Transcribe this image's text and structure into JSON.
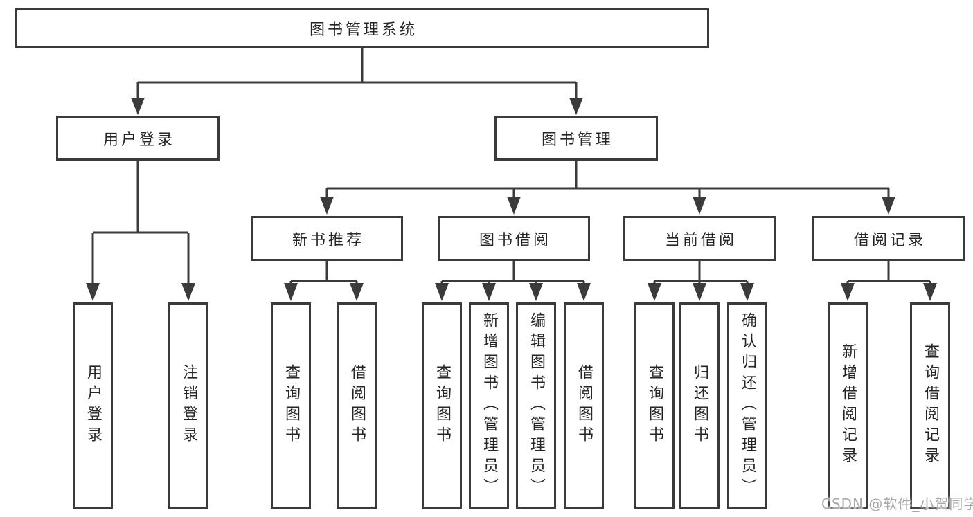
{
  "palette": {
    "line": "#3b3b3b",
    "box_border": "#3b3b3b",
    "text": "#262626",
    "background": "#ffffff",
    "watermark": "#a8a8a8"
  },
  "tree": {
    "root": {
      "label": "图书管理系统"
    },
    "branches": [
      {
        "label": "用户登录",
        "leaves": [
          {
            "label": "用户登录"
          },
          {
            "label": "注销登录"
          }
        ]
      },
      {
        "label": "图书管理",
        "groups": [
          {
            "label": "新书推荐",
            "leaves": [
              {
                "label": "查询图书"
              },
              {
                "label": "借阅图书"
              }
            ]
          },
          {
            "label": "图书借阅",
            "leaves": [
              {
                "label": "查询图书"
              },
              {
                "label": "新增图书（管理员）"
              },
              {
                "label": "编辑图书（管理员）"
              },
              {
                "label": "借阅图书"
              }
            ]
          },
          {
            "label": "当前借阅",
            "leaves": [
              {
                "label": "查询图书"
              },
              {
                "label": "归还图书"
              },
              {
                "label": "确认归还（管理员）"
              }
            ]
          },
          {
            "label": "借阅记录",
            "leaves": [
              {
                "label": "新增借阅记录"
              },
              {
                "label": "查询借阅记录"
              }
            ]
          }
        ]
      }
    ]
  },
  "watermark": {
    "text": "CSDN @软件_小贺同学"
  }
}
